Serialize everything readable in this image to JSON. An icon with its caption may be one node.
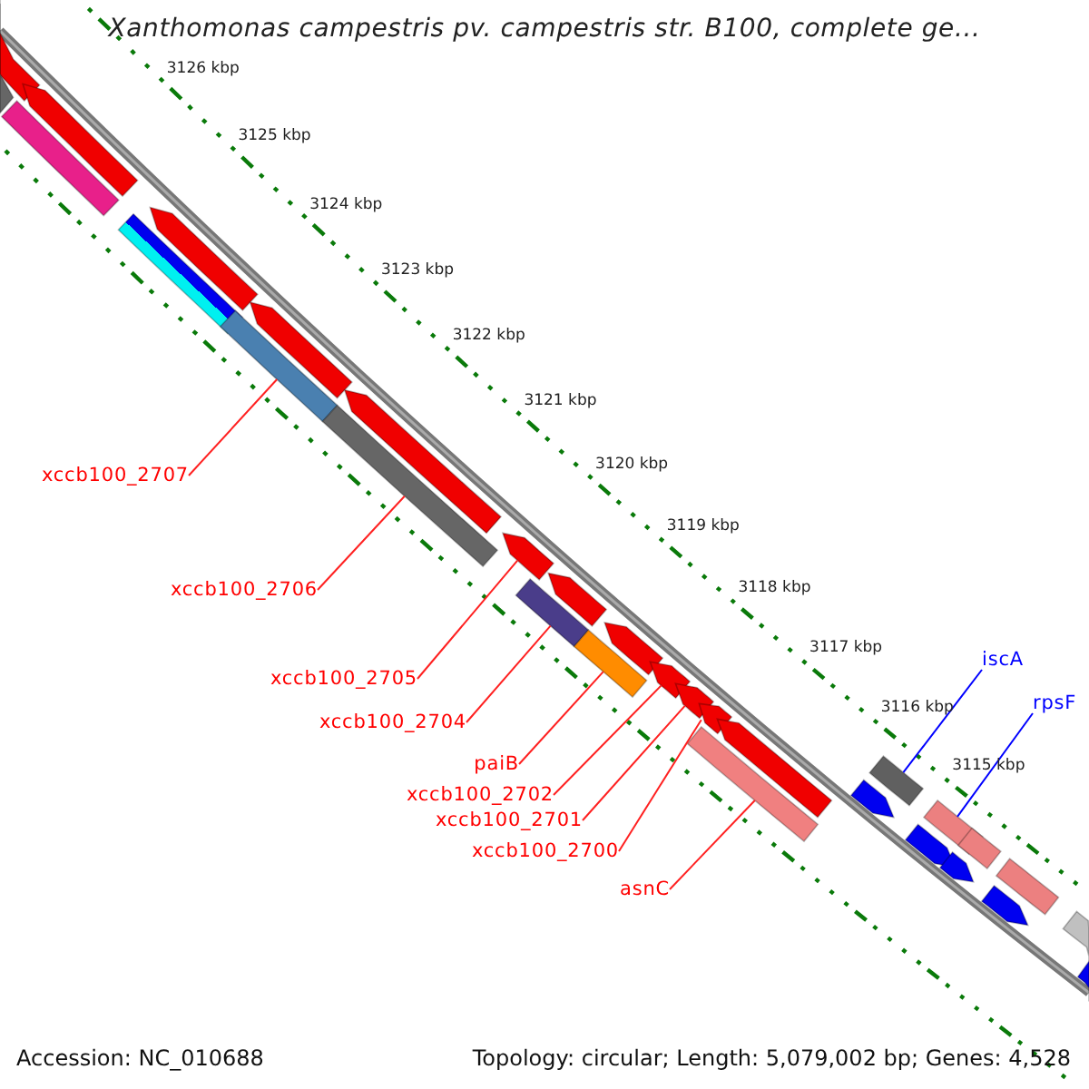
{
  "diagram": {
    "title": "Xanthomonas campestris pv. campestris str. B100, complete ge...",
    "nodes": [
      {
        "text": [],
        "shape": "pentagon"
      },
      {
        "text": [],
        "shape": "pentagon"
      },
      {
        "text": [],
        "shape": "pentagon"
      },
      {
        "text": [],
        "shape": "pentagon"
      },
      {
        "text": [],
        "shape": "pentagon"
      },
      {
        "text": [],
        "shape": "pentagon"
      },
      {
        "text": [],
        "shape": "pentagon"
      },
      {
        "text": [],
        "shape": "pentagon"
      },
      {
        "text": [],
        "shape": "pentagon"
      },
      {
        "text": [],
        "shape": "pentagon"
      },
      {
        "text": [],
        "shape": "pentagon"
      },
      {
        "text": [],
        "shape": "pentagon"
      },
      {
        "text": [],
        "shape": "bar"
      },
      {
        "text": [],
        "shape": "bar"
      },
      {
        "text": [],
        "shape": "bar"
      },
      {
        "text": [],
        "shape": "bar"
      },
      {
        "text": [],
        "shape": "bar"
      },
      {
        "text": [],
        "shape": "bar"
      },
      {
        "text": [],
        "shape": "bar"
      },
      {
        "text": [],
        "shape": "bar"
      },
      {
        "text": [],
        "shape": "bar"
      },
      {
        "text": [],
        "shape": "pentagon"
      },
      {
        "text": [],
        "shape": "bar"
      },
      {
        "text": [],
        "shape": "bar"
      },
      {
        "text": [],
        "shape": "pentagon"
      },
      {
        "text": [],
        "shape": "pentagon"
      },
      {
        "text": [],
        "shape": "bar"
      },
      {
        "text": [],
        "shape": "pentagon"
      },
      {
        "text": [],
        "shape": "bar"
      },
      {
        "text": [],
        "shape": "pentagon"
      },
      {
        "text": [
          "xccb100_2707"
        ]
      },
      {
        "text": [
          "xccb100_2706"
        ]
      },
      {
        "text": [
          "xccb100_2705"
        ]
      },
      {
        "text": [
          "xccb100_2704"
        ]
      },
      {
        "text": [
          "paiB"
        ]
      },
      {
        "text": [
          "xccb100_2702"
        ]
      },
      {
        "text": [
          "xccb100_2701"
        ]
      },
      {
        "text": [
          "xccb100_2700"
        ]
      },
      {
        "text": [
          "asnC"
        ]
      },
      {
        "text": [
          "iscA"
        ]
      },
      {
        "text": [
          "rpsF"
        ]
      }
    ],
    "edges": [
      {
        "from": 30,
        "to": 15,
        "arrow": "none"
      },
      {
        "from": 31,
        "to": 16,
        "arrow": "none"
      },
      {
        "from": 32,
        "to": 5,
        "arrow": "none"
      },
      {
        "from": 33,
        "to": 17,
        "arrow": "none"
      },
      {
        "from": 34,
        "to": 18,
        "arrow": "none"
      },
      {
        "from": 35,
        "to": 8,
        "arrow": "none"
      },
      {
        "from": 36,
        "to": 9,
        "arrow": "none"
      },
      {
        "from": 37,
        "to": 10,
        "arrow": "none"
      },
      {
        "from": 38,
        "to": 19,
        "arrow": "none"
      },
      {
        "from": 39,
        "to": 20,
        "arrow": "none",
        "color": "#0000ff"
      },
      {
        "from": 40,
        "to": 22,
        "arrow": "none",
        "color": "#0000ff"
      }
    ],
    "labels": [
      "3126 kbp",
      "3125 kbp",
      "3124 kbp",
      "3123 kbp",
      "3122 kbp",
      "3121 kbp",
      "3120 kbp",
      "3119 kbp",
      "3118 kbp",
      "3117 kbp",
      "3116 kbp",
      "3115 kbp",
      "Accession: NC_010688",
      "Topology: circular; Length: 5,079,002 bp; Genes: 4,528"
    ]
  }
}
